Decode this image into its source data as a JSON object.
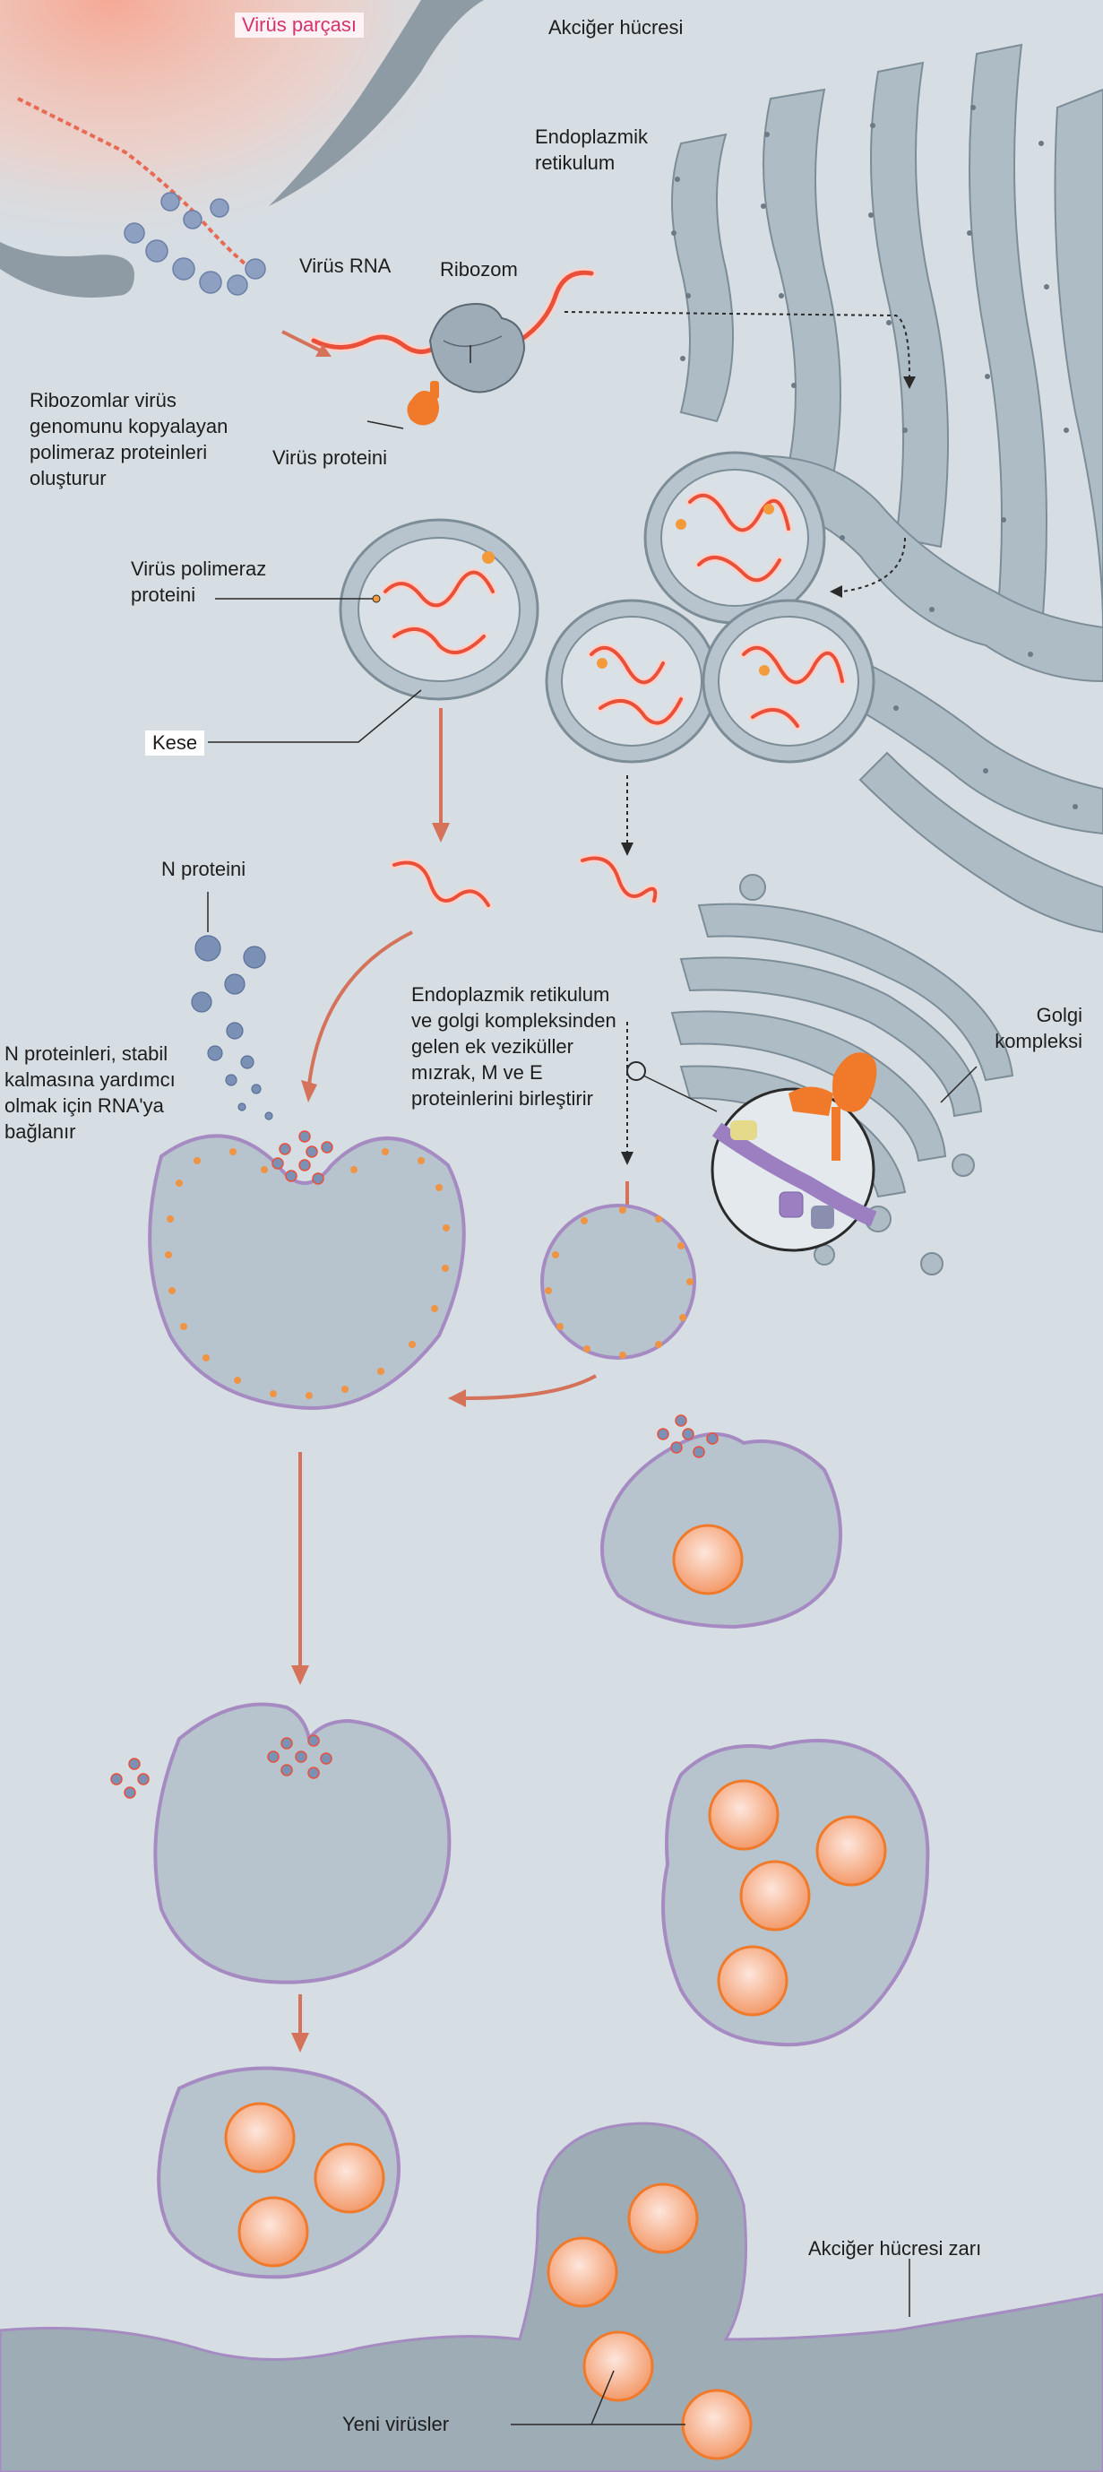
{
  "labels": {
    "virus_fragment": "Virüs parçası",
    "lung_cell": "Akciğer hücresi",
    "er": "Endoplazmik retikulum",
    "virus_rna": "Virüs RNA",
    "ribosome": "Ribozom",
    "ribosome_note": "Ribozomlar virüs genomunu kopyalayan polimeraz proteinleri oluşturur",
    "virus_protein": "Virüs proteini",
    "polymerase_protein": "Virüs polimeraz proteini",
    "vesicle": "Kese",
    "n_protein": "N proteini",
    "n_protein_note": "N proteinleri, stabil kalmasına yardımcı olmak için RNA'ya bağlanır",
    "spike_note": "Endoplazmik retikulum ve golgi kompleksinden gelen ek veziküller mızrak, M ve E proteinlerini birleştirir",
    "golgi": "Golgi kompleksi",
    "cell_membrane": "Akciğer hücresi zarı",
    "new_viruses": "Yeni virüsler"
  },
  "colors": {
    "background": "#d6dee4",
    "membrane_fill": "#b9c6cf",
    "membrane_edge": "#8a9aa5",
    "rna": "#e8503a",
    "rna_glow": "#ffd0c8",
    "protein_orange": "#f07a2a",
    "arrow": "#d4725a",
    "lipid_purple": "#a58bc2",
    "n_protein_blue": "#7a90b5",
    "virus_tag": "#d6336c"
  }
}
